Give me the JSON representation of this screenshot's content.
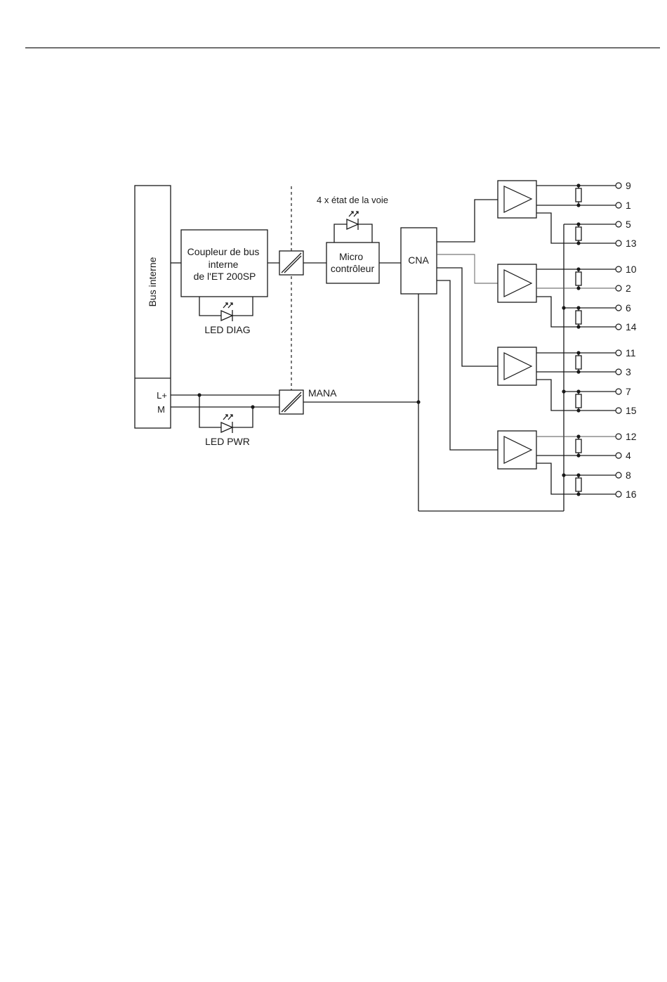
{
  "diagram": {
    "bus_interne": "Bus interne",
    "coupler": [
      "Coupleur de bus",
      "interne",
      "de l'ET 200SP"
    ],
    "led_diag": "LED DIAG",
    "led_pwr": "LED PWR",
    "channel_status": "4 x état de la voie",
    "micro": [
      "Micro",
      "contrôleur"
    ],
    "cna": "CNA",
    "supply_lplus": "L+",
    "supply_m": "M",
    "mana": "MANA",
    "terminals": [
      "9",
      "1",
      "5",
      "13",
      "10",
      "2",
      "6",
      "14",
      "11",
      "3",
      "7",
      "15",
      "12",
      "4",
      "8",
      "16"
    ]
  }
}
